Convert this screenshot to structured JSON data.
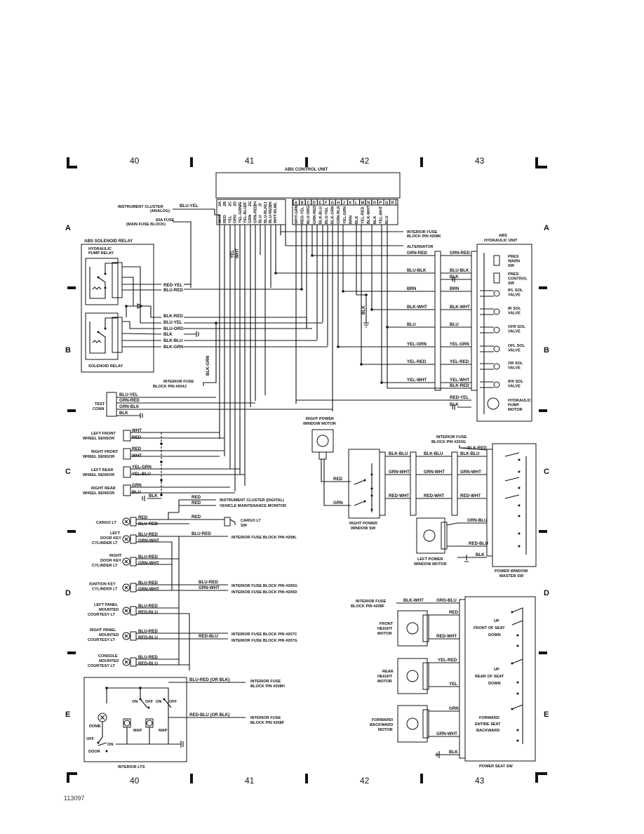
{
  "grid": {
    "columns": [
      "40",
      "41",
      "42",
      "43"
    ],
    "rows": [
      "A",
      "B",
      "C",
      "D",
      "E"
    ]
  },
  "abs": {
    "title": "ABS CONTROL UNIT",
    "pins_left": [
      "2A",
      "2B",
      "2C",
      "2D",
      "2E",
      "2F",
      "2G",
      "2H",
      "2I",
      "2J",
      "2K",
      "2L"
    ],
    "wires_left": [
      "WHT",
      "RED",
      "YEL",
      "ORG",
      "YEL-GRN",
      "YEL-BLU",
      "GRN",
      "GRN-RED",
      "BLU",
      "BLU-BLK",
      "BLU-RED",
      "WHT-BLK"
    ],
    "pins_right": [
      "A",
      "B",
      "C",
      "D",
      "E",
      "F",
      "G",
      "H",
      "J",
      "K",
      "L",
      "M",
      "N",
      "O",
      "P",
      "Q",
      "R"
    ],
    "wires_right": [
      "WHT-GRN",
      "RED-YEL",
      "BLU-ORG",
      "GRN-RED",
      "BLK-BLU",
      "BLU-YEL",
      "BLK-GRN",
      "GRN-BLK",
      "YEL-GRN",
      "BRN",
      "BLK",
      "YEL-RED",
      "BLK-WHT",
      "BLK",
      "YEL-WHT",
      "BLU",
      ""
    ]
  },
  "labels": {
    "instrument_cluster_analog": [
      "INSTRUMENT CLUSTER",
      "(ANALOG)"
    ],
    "blu_yel_top": "BLU-YEL",
    "fuse_60a": [
      "60A FUSE",
      "(MAIN FUSE BLOCK)"
    ],
    "interior_fuse_208k": [
      "INTERIOR FUSE",
      "BLOCK PIN #208K"
    ],
    "alternator": "ALTERNATOR",
    "abs_solenoid_relay": "ABS SOLENOID RELAY",
    "hydraulic_pump_relay": [
      "HYDRAULIC",
      "PUMP RELAY"
    ],
    "solenoid_relay": "SOLENOID RELAY",
    "relay_wires_1": [
      "RED-YEL",
      "BLU-RED"
    ],
    "relay_wires_2": [
      "BLK-RED",
      "BLU-YEL",
      "BLU-ORG",
      "BLK",
      "BLK-BLU",
      "BLK-GRN"
    ],
    "blk_grn_vert": "BLK-GRN",
    "yel": "YEL",
    "wht": "WHT",
    "blk_vert": "BLK",
    "interior_fuse_204j": [
      "INTERIOR FUSE",
      "BLOCK PIN #204J"
    ],
    "test_conn": [
      "TEST",
      "CONN"
    ],
    "test_wires": [
      "BLU-YEL",
      "GRN-RED",
      "GRN-BLK",
      "BLK"
    ],
    "abs_hydraulic": [
      "ABS",
      "HYDRAULIC UNIT"
    ],
    "hyd_rows": [
      {
        "left": "GRN-RED",
        "right": "GRN-RED"
      },
      {
        "left": "BLU-BLK",
        "right": "BLU-BLK"
      },
      {
        "left": "",
        "right": "BLK"
      },
      {
        "left": "BRN",
        "right": "BRN"
      },
      {
        "left": "BLK-WHT",
        "right": "BLK-WHT"
      },
      {
        "left": "BLU",
        "right": "BLU"
      },
      {
        "left": "YEL-GRN",
        "right": "YEL-GRN"
      },
      {
        "left": "YEL-RED",
        "right": "YEL-RED"
      },
      {
        "left": "YEL-WHT",
        "right": "YEL-WHT"
      },
      {
        "left": "",
        "right": "BLK-RED"
      },
      {
        "left": "",
        "right": "RED-YEL"
      },
      {
        "left": "",
        "right": "BLK"
      }
    ],
    "hyd_components": [
      [
        "PRES",
        "WARN",
        "SW"
      ],
      [
        "PRES",
        "CONTROL",
        "SW"
      ],
      [
        "IFL SOL",
        "VALVE"
      ],
      [
        "IR SOL",
        "VALVE"
      ],
      [
        "OFR SOL",
        "VALVE"
      ],
      [
        "OFL SOL",
        "VALVE"
      ],
      [
        "OR SOL",
        "VALVE"
      ],
      [
        "IFR SOL",
        "VALVE"
      ],
      [
        "HYDRAULIC",
        "PUMP",
        "MOTOR"
      ]
    ],
    "sensors": [
      {
        "name": [
          "LEFT FRONT",
          "WHEEL SENSOR"
        ],
        "wires": [
          "WHT",
          "RED"
        ]
      },
      {
        "name": [
          "RIGHT FRONT",
          "WHEEL SENSOR"
        ],
        "wires": [
          "RED",
          "WHT"
        ]
      },
      {
        "name": [
          "LEFT REAR",
          "WHEEL SENSOR"
        ],
        "wires": [
          "YEL-GRN",
          "YEL-BLU"
        ]
      },
      {
        "name": [
          "RIGHT REAR",
          "WHEEL SENSOR"
        ],
        "wires": [
          "GRN",
          "BLU"
        ]
      }
    ],
    "blk_sensor": "BLK",
    "red_ic1": "RED",
    "red_ic2": "RED",
    "instrument_cluster_digital": "INSTRUMENT CLUSTER (DIGITAL)",
    "vehicle_maint": "VEHICLE MAINTENANCE MONITOR",
    "cargo_lt": "CARGO LT",
    "cargo_wires": [
      "RED",
      "BLU-RED"
    ],
    "red_cargo_sw": "RED",
    "cargo_lt_sw": [
      "CARGO LT",
      "SW"
    ],
    "left_door_key": [
      "LEFT",
      "DOOR KEY",
      "CYLINDER LT"
    ],
    "left_door_wires": [
      "BLU-RED",
      "GRN-WHT"
    ],
    "blu_red_208l": "BLU-RED",
    "fuse_208l": "INTERIOR FUSE BLOCK PIN #208L",
    "right_door_key": [
      "RIGHT",
      "DOOR KEY",
      "CYLINDER LT"
    ],
    "right_door_wires": [
      "BLU-RED",
      "GRN-WHT"
    ],
    "ignition_key": [
      "IGNITION KEY",
      "CYLINDER LT"
    ],
    "ignition_wires": [
      "BLU-RED",
      "GRN-WHT"
    ],
    "ign_right_wires": [
      "BLU-RED",
      "GRN-WHT"
    ],
    "fuse_205g": "INTERIOR FUSE BLOCK PIN #205G",
    "fuse_205d": "INTERIOR FUSE BLOCK PIN #205D",
    "left_panel": [
      "LEFT PANEL",
      "MOUNTED",
      "COURTESY LT"
    ],
    "left_panel_wires": [
      "BLU-RED",
      "RED-BLU"
    ],
    "right_panel": [
      "RIGHT PANEL",
      "MOUNTED",
      "COURTESY LT"
    ],
    "right_panel_wires": [
      "BLU-RED",
      "RED-BLU"
    ],
    "red_blu_207": "RED-BLU",
    "fuse_207c": "INTERIOR FUSE BLOCK PIN #207C",
    "fuse_207g": "INTERIOR FUSE BLOCK PIN #207G",
    "console": [
      "CONSOLE",
      "MOUNTED",
      "COURTESY LT"
    ],
    "console_wires": [
      "BLU-RED",
      "RED-BLU"
    ],
    "interior_lts": "INTERIOR LTS",
    "lts_top_wire": "BLU-RED (OR BLK)",
    "lts_fuse_208h": [
      "INTERIOR FUSE",
      "BLOCK PIN #208H"
    ],
    "lts_mid_wire": "RED-BLU (OR BLK)",
    "lts_fuse_208f": [
      "INTERIOR FUSE",
      "BLOCK PIN #208F"
    ],
    "on_off": [
      "ON",
      "OFF",
      "ON",
      "OFF"
    ],
    "dome": "DOME",
    "map1": "MAP",
    "map2": "MAP",
    "off_dome": "OFF",
    "on_dome": "ON",
    "door": "DOOR",
    "right_pw_motor": [
      "RIGHT POWER",
      "WINDOW MOTOR"
    ],
    "red_rpw": "RED",
    "grn_rpw": "GRN",
    "right_pw_sw": [
      "RIGHT POWER",
      "WINDOW SW"
    ],
    "fuse_203g": [
      "INTERIOR FUSE",
      "BLOCK PIN #203G"
    ],
    "pw_rows": [
      {
        "a": "BLK-BLU",
        "b": "BLK-BLU",
        "c": "BLK-BLU",
        "d": "BLK-RED"
      },
      {
        "a": "GRN-WHT",
        "b": "GRN-WHT",
        "c": "GRN-WHT",
        "d": ""
      },
      {
        "a": "RED-WHT",
        "b": "RED-WHT",
        "c": "RED-WHT",
        "d": ""
      }
    ],
    "grn_blu": "GRN-BLU",
    "red_blu_pw": "RED-BLU",
    "blk_pw": "BLK",
    "left_pw_motor": [
      "LEFT POWER",
      "WINDOW MOTOR"
    ],
    "pw_master": [
      "POWER WINDOW",
      "MASTER SW"
    ],
    "fuse_208f_seat": [
      "INTERIOR FUSE",
      "BLOCK PIN #208F"
    ],
    "seat_blk_wht": "BLK-WHT",
    "seat_org_blu": "ORG-BLU",
    "front_height": [
      "FRONT",
      "HEIGHT",
      "MOTOR"
    ],
    "front_wires": [
      "RED",
      "RED-WHT"
    ],
    "front_seat_sw": [
      "UP",
      "FRONT OF SEAT",
      "DOWN"
    ],
    "rear_height": [
      "REAR",
      "HEIGHT",
      "MOTOR"
    ],
    "rear_wires": [
      "YEL-RED",
      "YEL"
    ],
    "rear_seat_sw": [
      "UP",
      "REAR OF SEAT",
      "DOWN"
    ],
    "fwd_motor": [
      "FORWARD/",
      "BACKWARD",
      "MOTOR"
    ],
    "fwd_wires": [
      "GRN",
      "GRN-WHT"
    ],
    "fwd_seat_sw": [
      "FORWARD",
      "ENTIRE SEAT",
      "BACKWARD"
    ],
    "blk_seat": "BLK",
    "power_seat_sw": "POWER SEAT SW",
    "footer_code": "113097"
  }
}
